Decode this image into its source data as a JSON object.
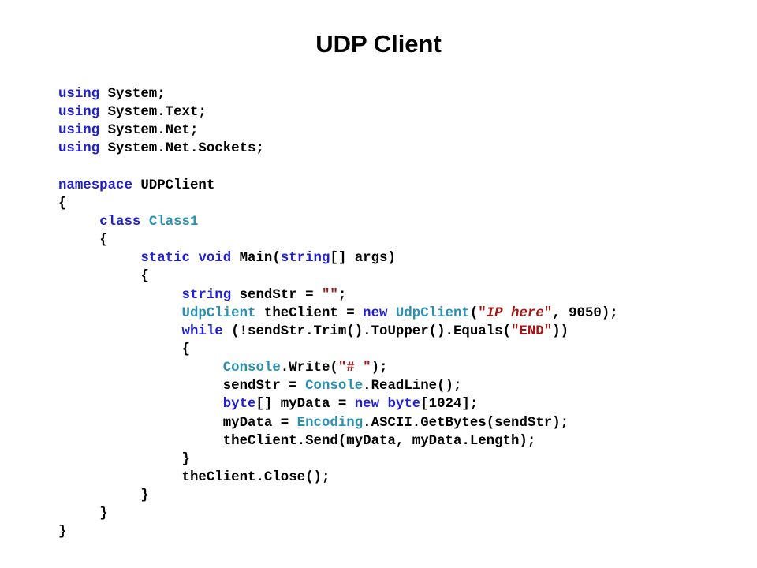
{
  "slide": {
    "title": "UDP Client"
  },
  "colors": {
    "keyword": "#1f1fd0",
    "type": "#2b91af",
    "string": "#a31515",
    "plain": "#000000"
  },
  "code_lines": [
    {
      "indent": 0,
      "tokens": [
        {
          "t": "kw",
          "v": "using"
        },
        {
          "t": "pl",
          "v": " System;"
        }
      ]
    },
    {
      "indent": 0,
      "tokens": [
        {
          "t": "kw",
          "v": "using"
        },
        {
          "t": "pl",
          "v": " System.Text;"
        }
      ]
    },
    {
      "indent": 0,
      "tokens": [
        {
          "t": "kw",
          "v": "using"
        },
        {
          "t": "pl",
          "v": " System.Net;"
        }
      ]
    },
    {
      "indent": 0,
      "tokens": [
        {
          "t": "kw",
          "v": "using"
        },
        {
          "t": "pl",
          "v": " System.Net.Sockets;"
        }
      ]
    },
    {
      "indent": 0,
      "tokens": []
    },
    {
      "indent": 0,
      "tokens": [
        {
          "t": "kw",
          "v": "namespace"
        },
        {
          "t": "pl",
          "v": " UDPClient"
        }
      ]
    },
    {
      "indent": 0,
      "tokens": [
        {
          "t": "pl",
          "v": "{"
        }
      ]
    },
    {
      "indent": 1,
      "tokens": [
        {
          "t": "kw",
          "v": "class"
        },
        {
          "t": "pl",
          "v": " "
        },
        {
          "t": "type",
          "v": "Class1"
        }
      ]
    },
    {
      "indent": 1,
      "tokens": [
        {
          "t": "pl",
          "v": "{"
        }
      ]
    },
    {
      "indent": 2,
      "tokens": [
        {
          "t": "kw",
          "v": "static"
        },
        {
          "t": "pl",
          "v": " "
        },
        {
          "t": "kw",
          "v": "void"
        },
        {
          "t": "pl",
          "v": " Main("
        },
        {
          "t": "kw",
          "v": "string"
        },
        {
          "t": "pl",
          "v": "[] args)"
        }
      ]
    },
    {
      "indent": 2,
      "tokens": [
        {
          "t": "pl",
          "v": "{"
        }
      ]
    },
    {
      "indent": 3,
      "tokens": [
        {
          "t": "kw",
          "v": "string"
        },
        {
          "t": "pl",
          "v": " sendStr = "
        },
        {
          "t": "str",
          "v": "\"\""
        },
        {
          "t": "pl",
          "v": ";"
        }
      ]
    },
    {
      "indent": 3,
      "tokens": [
        {
          "t": "type",
          "v": "UdpClient"
        },
        {
          "t": "pl",
          "v": " theClient = "
        },
        {
          "t": "kw",
          "v": "new"
        },
        {
          "t": "pl",
          "v": " "
        },
        {
          "t": "type",
          "v": "UdpClient"
        },
        {
          "t": "pl",
          "v": "("
        },
        {
          "t": "str",
          "v": "\""
        },
        {
          "t": "strit",
          "v": "IP here"
        },
        {
          "t": "str",
          "v": "\""
        },
        {
          "t": "pl",
          "v": ", 9050);"
        }
      ]
    },
    {
      "indent": 3,
      "tokens": [
        {
          "t": "kw",
          "v": "while"
        },
        {
          "t": "pl",
          "v": " (!sendStr.Trim().ToUpper().Equals("
        },
        {
          "t": "str",
          "v": "\"END\""
        },
        {
          "t": "pl",
          "v": "))"
        }
      ]
    },
    {
      "indent": 3,
      "tokens": [
        {
          "t": "pl",
          "v": "{"
        }
      ]
    },
    {
      "indent": 4,
      "tokens": [
        {
          "t": "type",
          "v": "Console"
        },
        {
          "t": "pl",
          "v": ".Write("
        },
        {
          "t": "str",
          "v": "\"# \""
        },
        {
          "t": "pl",
          "v": ");"
        }
      ]
    },
    {
      "indent": 4,
      "tokens": [
        {
          "t": "pl",
          "v": "sendStr = "
        },
        {
          "t": "type",
          "v": "Console"
        },
        {
          "t": "pl",
          "v": ".ReadLine();"
        }
      ]
    },
    {
      "indent": 4,
      "tokens": [
        {
          "t": "kw",
          "v": "byte"
        },
        {
          "t": "pl",
          "v": "[] myData = "
        },
        {
          "t": "kw",
          "v": "new"
        },
        {
          "t": "pl",
          "v": " "
        },
        {
          "t": "kw",
          "v": "byte"
        },
        {
          "t": "pl",
          "v": "[1024];"
        }
      ]
    },
    {
      "indent": 4,
      "tokens": [
        {
          "t": "pl",
          "v": "myData = "
        },
        {
          "t": "type",
          "v": "Encoding"
        },
        {
          "t": "pl",
          "v": ".ASCII.GetBytes(sendStr);"
        }
      ]
    },
    {
      "indent": 4,
      "tokens": [
        {
          "t": "pl",
          "v": "theClient.Send(myData, myData.Length);"
        }
      ]
    },
    {
      "indent": 3,
      "tokens": [
        {
          "t": "pl",
          "v": "}"
        }
      ]
    },
    {
      "indent": 3,
      "tokens": [
        {
          "t": "pl",
          "v": "theClient.Close();"
        }
      ]
    },
    {
      "indent": 2,
      "tokens": [
        {
          "t": "pl",
          "v": "}"
        }
      ]
    },
    {
      "indent": 1,
      "tokens": [
        {
          "t": "pl",
          "v": "}"
        }
      ]
    },
    {
      "indent": 0,
      "tokens": [
        {
          "t": "pl",
          "v": "}"
        }
      ]
    }
  ]
}
